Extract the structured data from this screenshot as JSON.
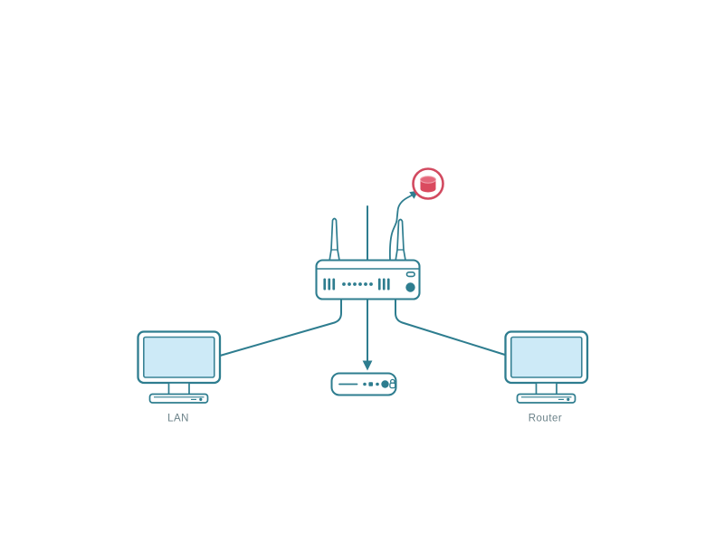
{
  "diagram": {
    "type": "network-topology",
    "labels": {
      "lan": "LAN",
      "router": "Router"
    },
    "nodes": [
      {
        "id": "wireless-access-point",
        "icon": "router-with-antennas-icon",
        "label": ""
      },
      {
        "id": "database-alert",
        "icon": "database-icon",
        "label": ""
      },
      {
        "id": "lan-computer",
        "icon": "monitor-icon",
        "label": "LAN"
      },
      {
        "id": "router-computer",
        "icon": "monitor-icon",
        "label": "Router"
      },
      {
        "id": "network-switch",
        "icon": "switch-box-icon",
        "label": ""
      }
    ],
    "edges": [
      {
        "from": "wireless-access-point",
        "to": "lan-computer",
        "style": "plain-line"
      },
      {
        "from": "wireless-access-point",
        "to": "router-computer",
        "style": "plain-line"
      },
      {
        "from": "top",
        "to": "network-switch",
        "style": "straight-arrow-down"
      },
      {
        "from": "wireless-access-point",
        "to": "database-alert",
        "style": "curved-arrow-up"
      }
    ],
    "colors": {
      "stroke_teal": "#2e7d8f",
      "screen_fill": "#cdeaf7",
      "device_fill": "#ffffff",
      "alert_ring": "#d24a60",
      "alert_cylinder": "#da4a5f",
      "alert_cylinder_top": "#e4677b",
      "label_text": "#6b8289",
      "background": "#ffffff"
    }
  }
}
